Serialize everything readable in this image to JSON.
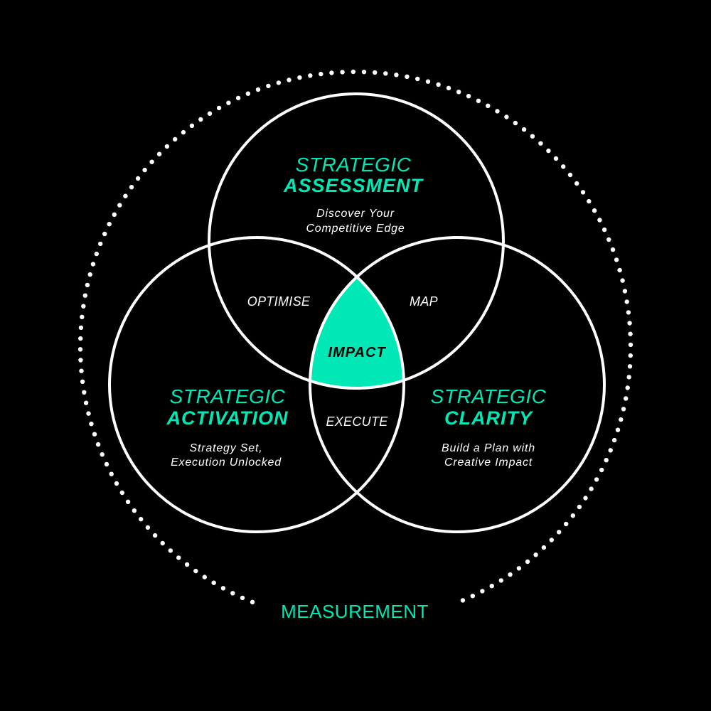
{
  "colors": {
    "background": "#000000",
    "accent": "#00e8b5",
    "line": "#ffffff"
  },
  "circles": {
    "assessment": {
      "title_light": "STRATEGIC",
      "title_bold": "ASSESSMENT",
      "subtitle_line1": "Discover Your",
      "subtitle_line2": "Competitive Edge"
    },
    "activation": {
      "title_light": "STRATEGIC",
      "title_bold": "ACTIVATION",
      "subtitle_line1": "Strategy Set,",
      "subtitle_line2": "Execution Unlocked"
    },
    "clarity": {
      "title_light": "STRATEGIC",
      "title_bold": "CLARITY",
      "subtitle_line1": "Build a Plan with",
      "subtitle_line2": "Creative Impact"
    }
  },
  "overlaps": {
    "assessment_activation": "OPTIMISE",
    "assessment_clarity": "MAP",
    "activation_clarity": "EXECUTE",
    "center": "IMPACT"
  },
  "outer_ring_label": "MEASUREMENT"
}
